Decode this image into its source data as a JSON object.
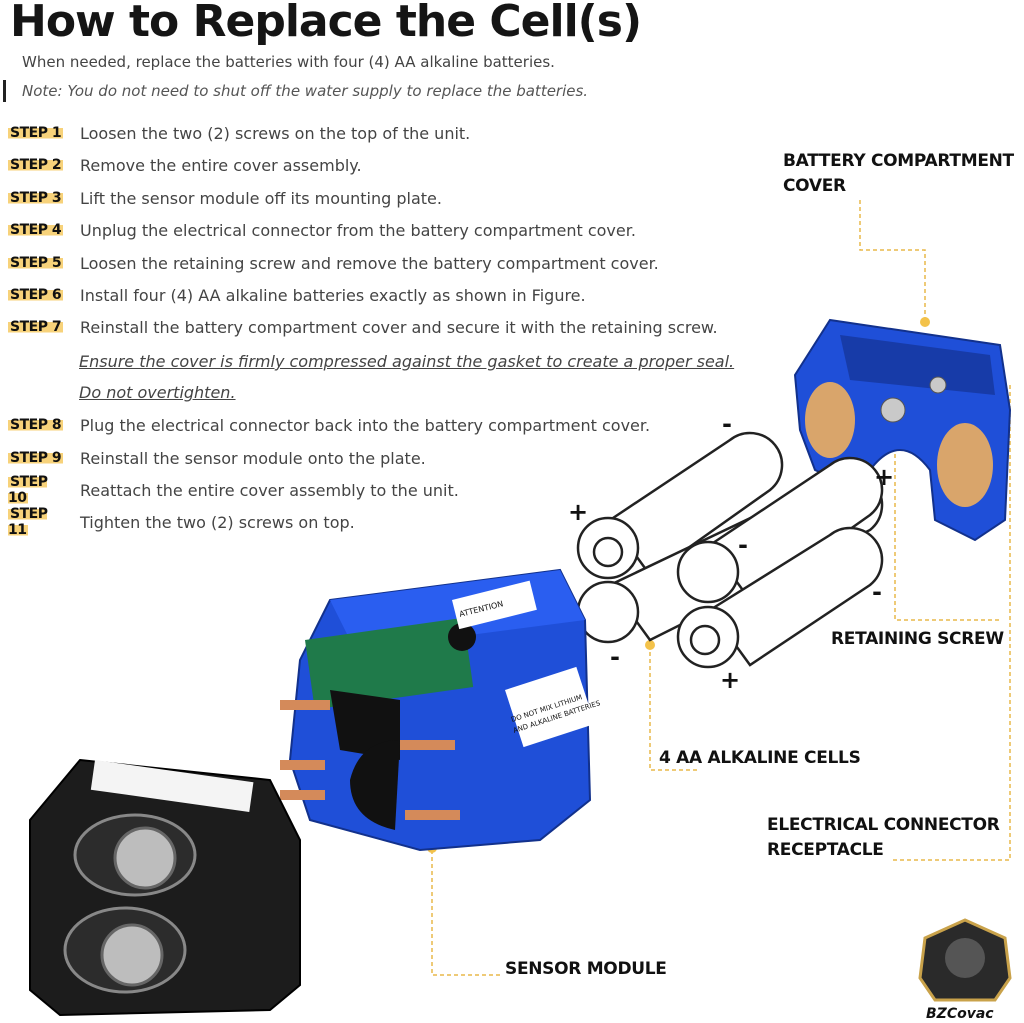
{
  "title": "How to Replace the Cell(s)",
  "intro": "When needed, replace the batteries with four (4) AA alkaline batteries.",
  "note": "Note: You do not need to shut off the water supply to replace the batteries.",
  "steps": [
    {
      "tag": "STEP 1",
      "text": "Loosen the two (2) screws on the top of the unit."
    },
    {
      "tag": "STEP 2",
      "text": "Remove the entire cover assembly."
    },
    {
      "tag": "STEP 3",
      "text": "Lift the sensor module off its mounting plate."
    },
    {
      "tag": "STEP 4",
      "text": "Unplug the electrical connector from the battery compartment cover."
    },
    {
      "tag": "STEP 5",
      "text": "Loosen the retaining screw and remove the battery compartment cover."
    },
    {
      "tag": "STEP 6",
      "text": "Install four (4) AA alkaline batteries exactly as shown in Figure."
    },
    {
      "tag": "STEP 7",
      "text": "Reinstall the battery compartment cover and secure it with the retaining screw."
    },
    {
      "tag": "STEP 8",
      "text": "Plug the electrical connector back into the battery compartment cover."
    },
    {
      "tag": "STEP 9",
      "text": "Reinstall the sensor module onto the plate."
    },
    {
      "tag": "STEP 10",
      "text": "Reattach the entire cover assembly to the unit."
    },
    {
      "tag": "STEP 11",
      "text": "Tighten the two (2) screws on top."
    }
  ],
  "step7_sub1": "Ensure the cover is firmly compressed against the gasket to create a proper seal.",
  "step7_sub2": "Do not overtighten.",
  "labels": {
    "cover_line1": "BATTERY COMPARTMENT",
    "cover_line2": "COVER",
    "retaining_screw": "RETAINING SCREW",
    "cells": "4 AA ALKALINE CELLS",
    "connector_line1": "ELECTRICAL CONNECTOR",
    "connector_line2": "RECEPTACLE",
    "sensor": "SENSOR MODULE"
  },
  "polarity": {
    "plus": "+",
    "minus": "-"
  },
  "device_text": {
    "attention": "ATTENTION",
    "warning_line1": "DO NOT MIX LITHIUM",
    "warning_line2": "AND ALKALINE BATTERIES"
  },
  "brand": "BZCovac",
  "colors": {
    "accent": "#f7d27a",
    "device_blue": "#1f4fd8",
    "leader": "#e8b84a"
  }
}
